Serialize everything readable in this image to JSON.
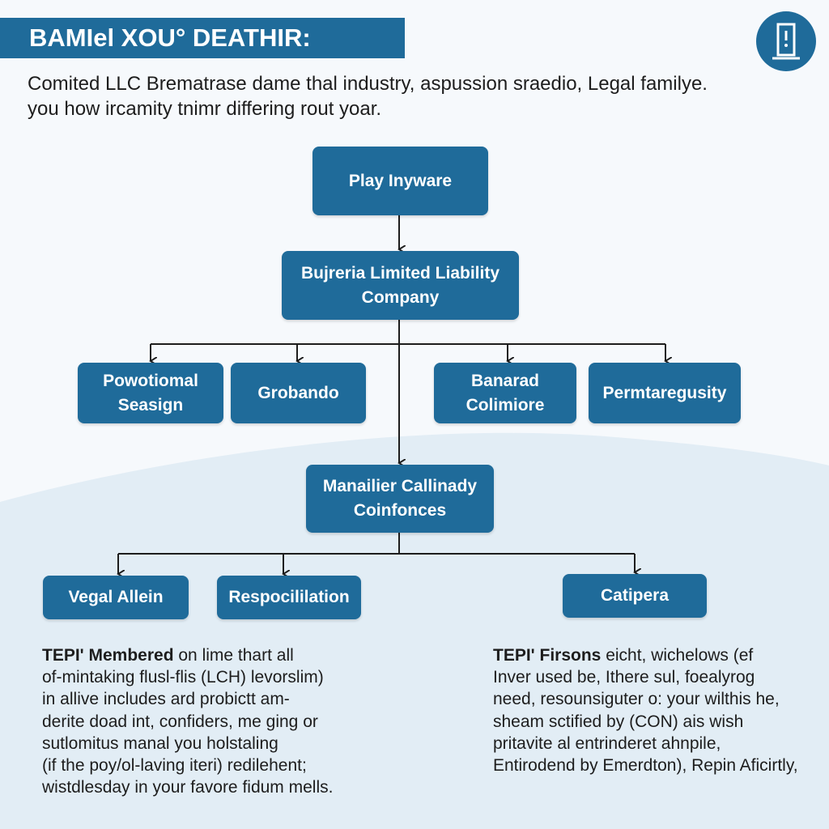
{
  "title": "BAMIel XOU° DEATHIR:",
  "logo_icon": "column-monument-icon",
  "intro": {
    "line1": "Comited LLC Brematrase dame thal industry, aspussion sraedio, Legal familye.",
    "line2": "you how ircamity tnimr differing rout yoar."
  },
  "nodes": {
    "root": "Play Inyware",
    "company": [
      "Bujreria Limited Liability",
      "Company"
    ],
    "branch1": [
      "Powotiomal",
      "Seasign"
    ],
    "branch2": "Grobando",
    "branch3": [
      "Banarad",
      "Colimiore"
    ],
    "branch4": "Permtaregusity",
    "manager": [
      "Manailier Callinady",
      "Coinfonces"
    ],
    "leaf1": "Vegal Allein",
    "leaf2": "Respocililation",
    "leaf3": "Catipera"
  },
  "notes": {
    "left": {
      "heading": "TEPI' Membered",
      "lines": [
        " on lime thart all",
        "of-mintaking flusl-flis (LCH) levorslim)",
        "in allive includes ard probictt am-",
        "derite doad int, confiders, me ging or",
        "sutlomitus manal you holstaling",
        "(if the poy/ol-laving iteri) redilehent;",
        "wistdlesday in your favore fidum mells."
      ]
    },
    "right": {
      "heading": "TEPI' Firsons",
      "lines": [
        " eicht, wichelows (ef",
        "Inver used be, Ithere sul, foealyrog",
        "need, resounsiguter o: your wilthis he,",
        "sheam sctified by (CON) ais wish",
        "pritavite al entrinderet ahnpile,",
        "Entirodend by Emerdton), Repin Aficirtly,"
      ]
    }
  },
  "colors": {
    "accent": "#1f6b9a",
    "text": "#1d1d1d",
    "background_top": "#f6f9fc",
    "background_bottom": "#e2edf5"
  }
}
